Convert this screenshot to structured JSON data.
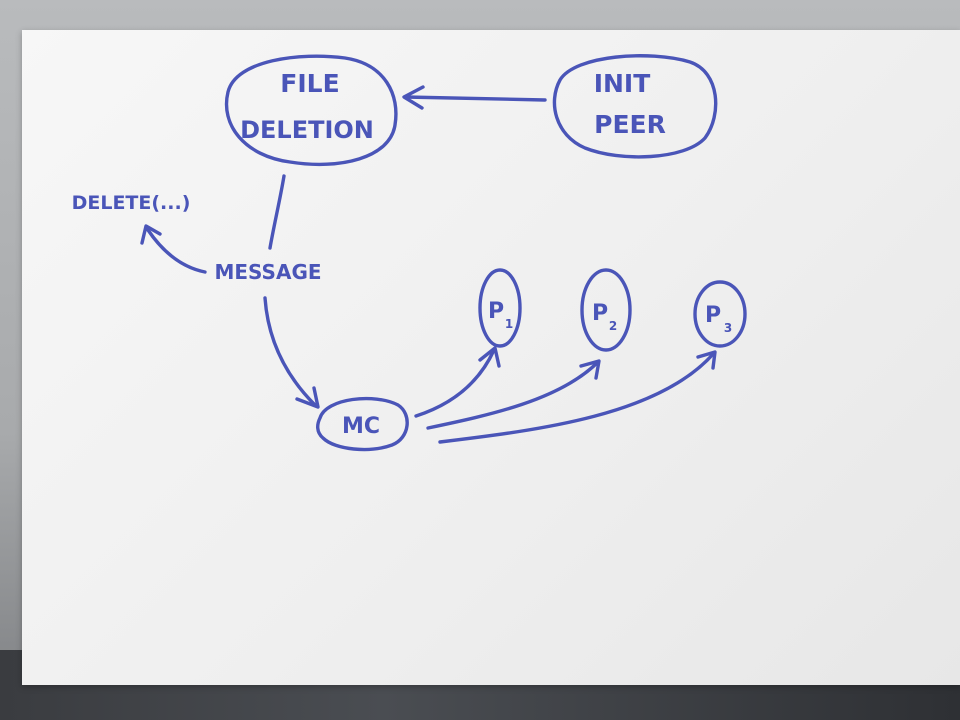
{
  "diagram": {
    "nodes": {
      "file_deletion": {
        "line1": "FILE",
        "line2": "DELETION"
      },
      "init_peer": {
        "line1": "INIT",
        "line2": "PEER"
      },
      "mc": {
        "label": "MC"
      },
      "p1": {
        "label": "P",
        "sub": "1"
      },
      "p2": {
        "label": "P",
        "sub": "2"
      },
      "p3": {
        "label": "P",
        "sub": "3"
      }
    },
    "labels": {
      "message": "MESSAGE",
      "delete_call": "DELETE(...)"
    },
    "edges": [
      {
        "from": "init_peer",
        "to": "file_deletion"
      },
      {
        "from": "file_deletion",
        "to": "message"
      },
      {
        "from": "message",
        "to": "delete_call"
      },
      {
        "from": "message",
        "to": "mc"
      },
      {
        "from": "mc",
        "to": "p1"
      },
      {
        "from": "mc",
        "to": "p2"
      },
      {
        "from": "mc",
        "to": "p3"
      }
    ],
    "ink_color": "#4a55b8",
    "paper_color": "#f2f2f2"
  }
}
